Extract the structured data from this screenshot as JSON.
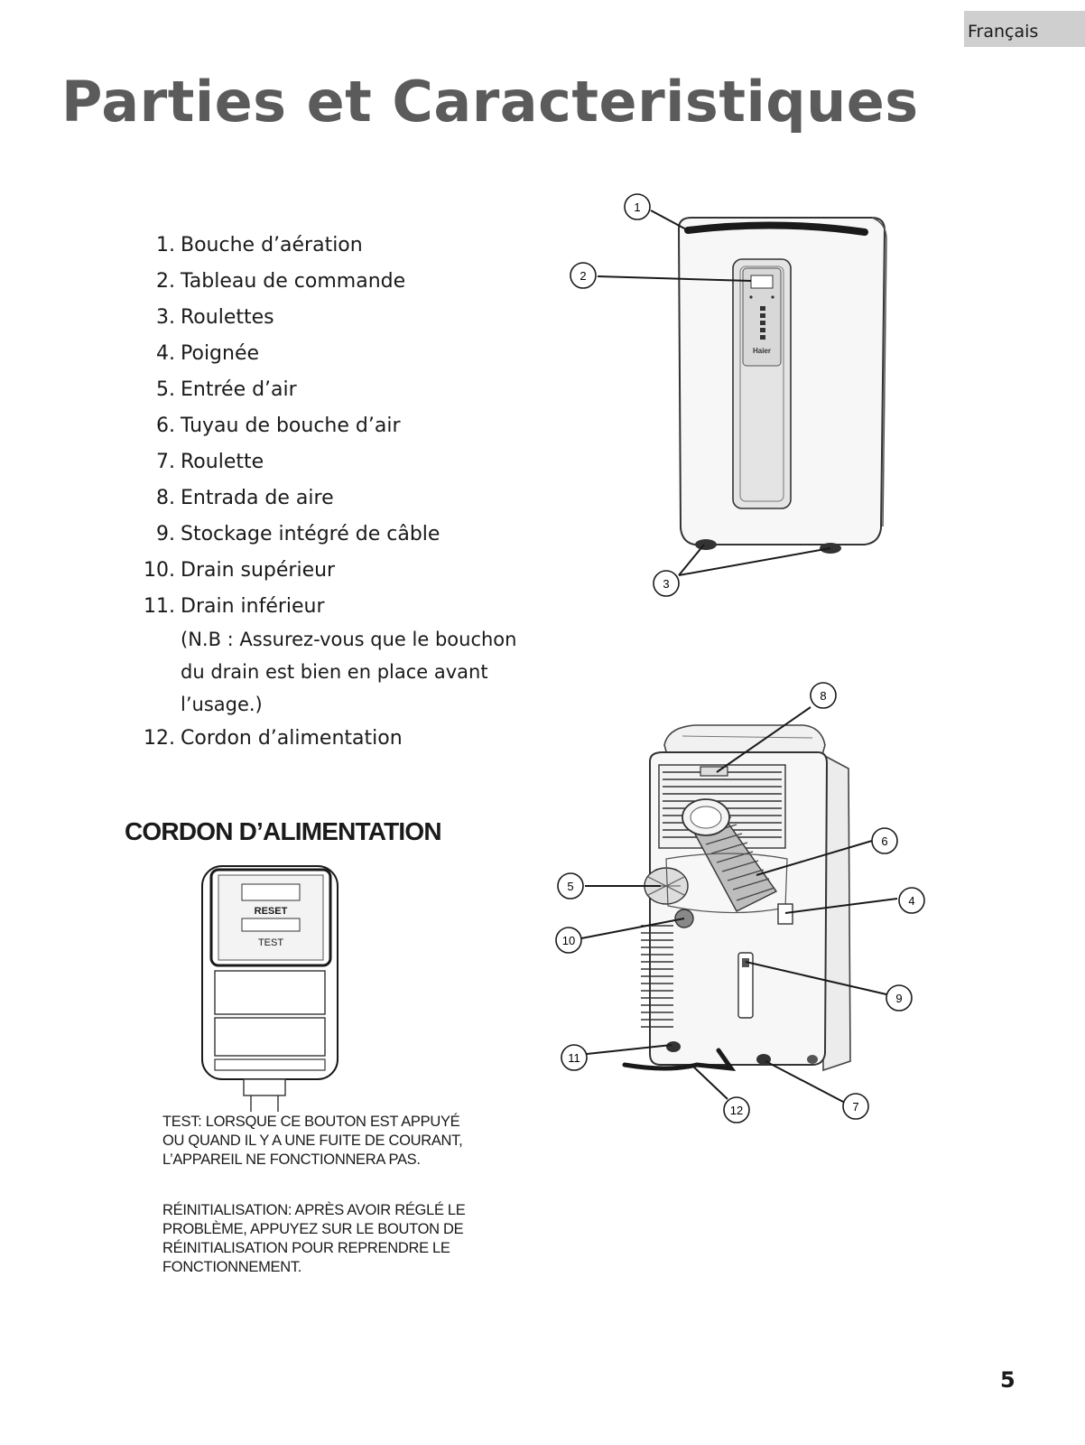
{
  "header": {
    "language_tab": "Français",
    "title": "Parties et Caracteristiques"
  },
  "parts": [
    {
      "num": "1.",
      "label": "Bouche d’aération"
    },
    {
      "num": "2.",
      "label": "Tableau de commande"
    },
    {
      "num": "3.",
      "label": "Roulettes"
    },
    {
      "num": "4.",
      "label": "Poignée"
    },
    {
      "num": "5.",
      "label": "Entrée d’air"
    },
    {
      "num": "6.",
      "label": "Tuyau de bouche d’air"
    },
    {
      "num": "7.",
      "label": "Roulette"
    },
    {
      "num": "8.",
      "label": "Entrada de aire"
    },
    {
      "num": "9.",
      "label": "Stockage intégré de câble"
    },
    {
      "num": "10.",
      "label": "Drain supérieur"
    },
    {
      "num": "11.",
      "label": "Drain inférieur"
    },
    {
      "num": "12.",
      "label": "Cordon d’alimentation"
    }
  ],
  "drain_note": {
    "line1": "(N.B : Assurez-vous que le bouchon",
    "line2": "du drain est bien en place avant l’usage.)"
  },
  "power_cord": {
    "heading": "CORDON D’ALIMENTATION",
    "reset_label": "RESET",
    "test_label": "TEST",
    "test_description": "TEST: LORSQUE CE BOUTON EST APPUYÉ OU QUAND IL Y A UNE FUITE DE COURANT, L’APPAREIL NE FONCTIONNERA PAS.",
    "reset_description": "RÉINITIALISATION: APRÈS AVOIR RÉGLÉ LE PROBLÈME, APPUYEZ SUR LE BOUTON DE RÉINITIALISATION POUR REPRENDRE LE FONCTIONNEMENT."
  },
  "front_diagram": {
    "brand": "Haier",
    "callouts": [
      "1",
      "2",
      "3"
    ]
  },
  "rear_diagram": {
    "callouts": [
      "8",
      "6",
      "5",
      "4",
      "10",
      "9",
      "11",
      "12",
      "7"
    ]
  },
  "footer": {
    "page_number": "5"
  }
}
